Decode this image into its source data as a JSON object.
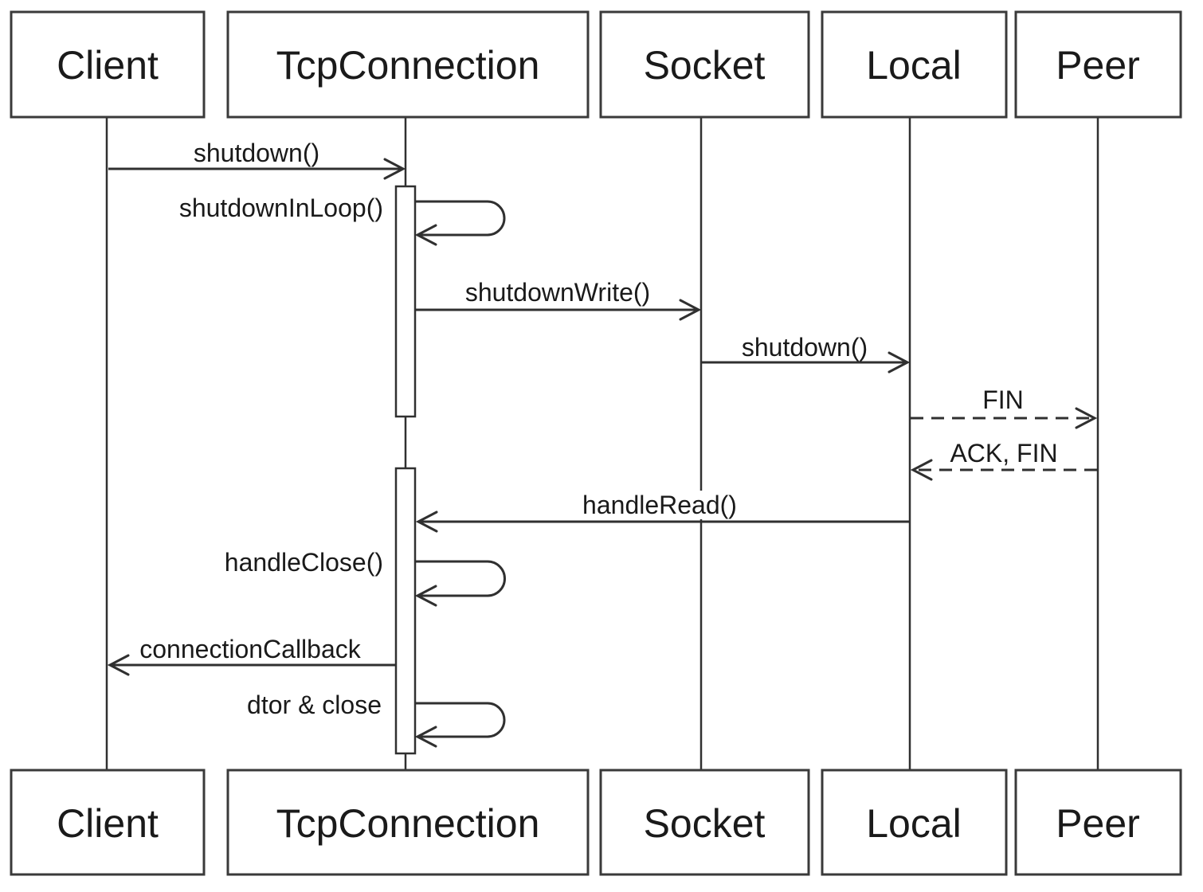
{
  "diagram_type": "uml-sequence-diagram",
  "participants": [
    {
      "id": "client",
      "label": "Client"
    },
    {
      "id": "tcpconnection",
      "label": "TcpConnection"
    },
    {
      "id": "socket",
      "label": "Socket"
    },
    {
      "id": "local",
      "label": "Local"
    },
    {
      "id": "peer",
      "label": "Peer"
    }
  ],
  "messages": [
    {
      "label": "shutdown()",
      "from": "Client",
      "to": "TcpConnection",
      "line": "solid",
      "kind": "call"
    },
    {
      "label": "shutdownInLoop()",
      "from": "TcpConnection",
      "to": "TcpConnection",
      "line": "solid",
      "kind": "self-call"
    },
    {
      "label": "shutdownWrite()",
      "from": "TcpConnection",
      "to": "Socket",
      "line": "solid",
      "kind": "call"
    },
    {
      "label": "shutdown()",
      "from": "Socket",
      "to": "Local",
      "line": "solid",
      "kind": "call"
    },
    {
      "label": "FIN",
      "from": "Local",
      "to": "Peer",
      "line": "dashed",
      "kind": "network-segment"
    },
    {
      "label": "ACK, FIN",
      "from": "Peer",
      "to": "Local",
      "line": "dashed",
      "kind": "network-segment"
    },
    {
      "label": "handleRead()",
      "from": "Local",
      "to": "TcpConnection",
      "line": "solid",
      "kind": "call"
    },
    {
      "label": "handleClose()",
      "from": "TcpConnection",
      "to": "TcpConnection",
      "line": "solid",
      "kind": "self-call"
    },
    {
      "label": "connectionCallback",
      "from": "TcpConnection",
      "to": "Client",
      "line": "solid",
      "kind": "callback"
    },
    {
      "label": "dtor & close",
      "from": "TcpConnection",
      "to": "TcpConnection",
      "line": "solid",
      "kind": "self-call"
    }
  ],
  "colors": {
    "stroke": "#303030",
    "text": "#1a1a1a",
    "background": "#ffffff"
  }
}
